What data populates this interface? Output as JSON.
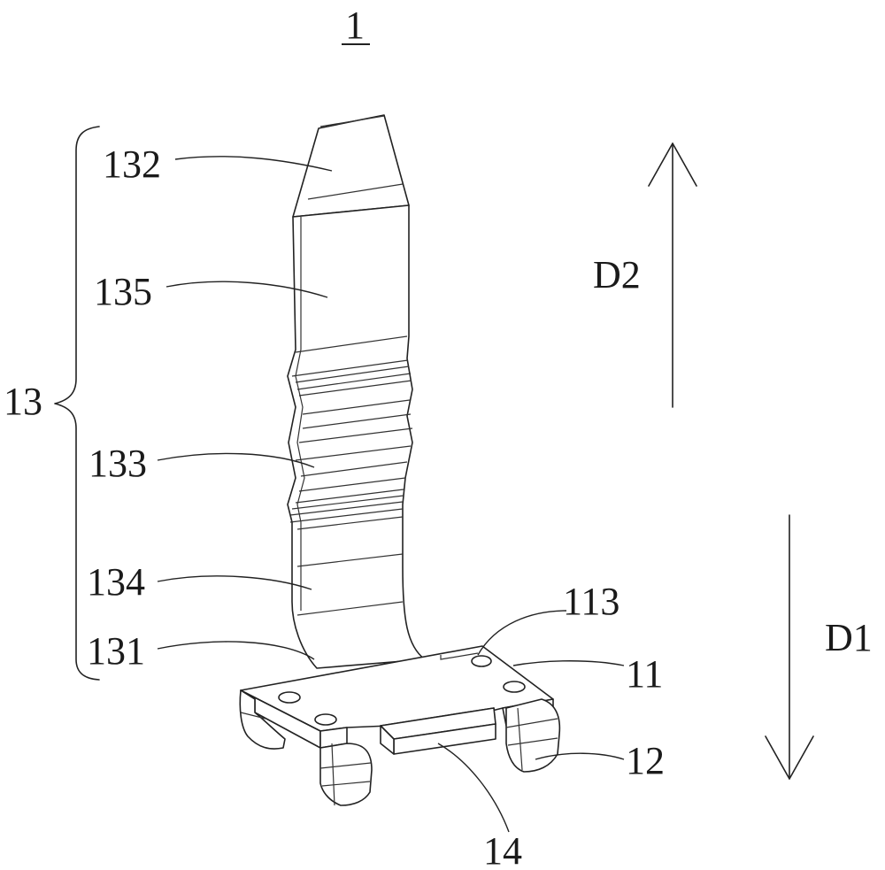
{
  "figure": {
    "title": "1",
    "labels": {
      "l13": "13",
      "l132": "132",
      "l135": "135",
      "l133": "133",
      "l134": "134",
      "l131": "131",
      "l113": "113",
      "l11": "11",
      "l12": "12",
      "l14": "14",
      "d2": "D2",
      "d1": "D1"
    }
  }
}
